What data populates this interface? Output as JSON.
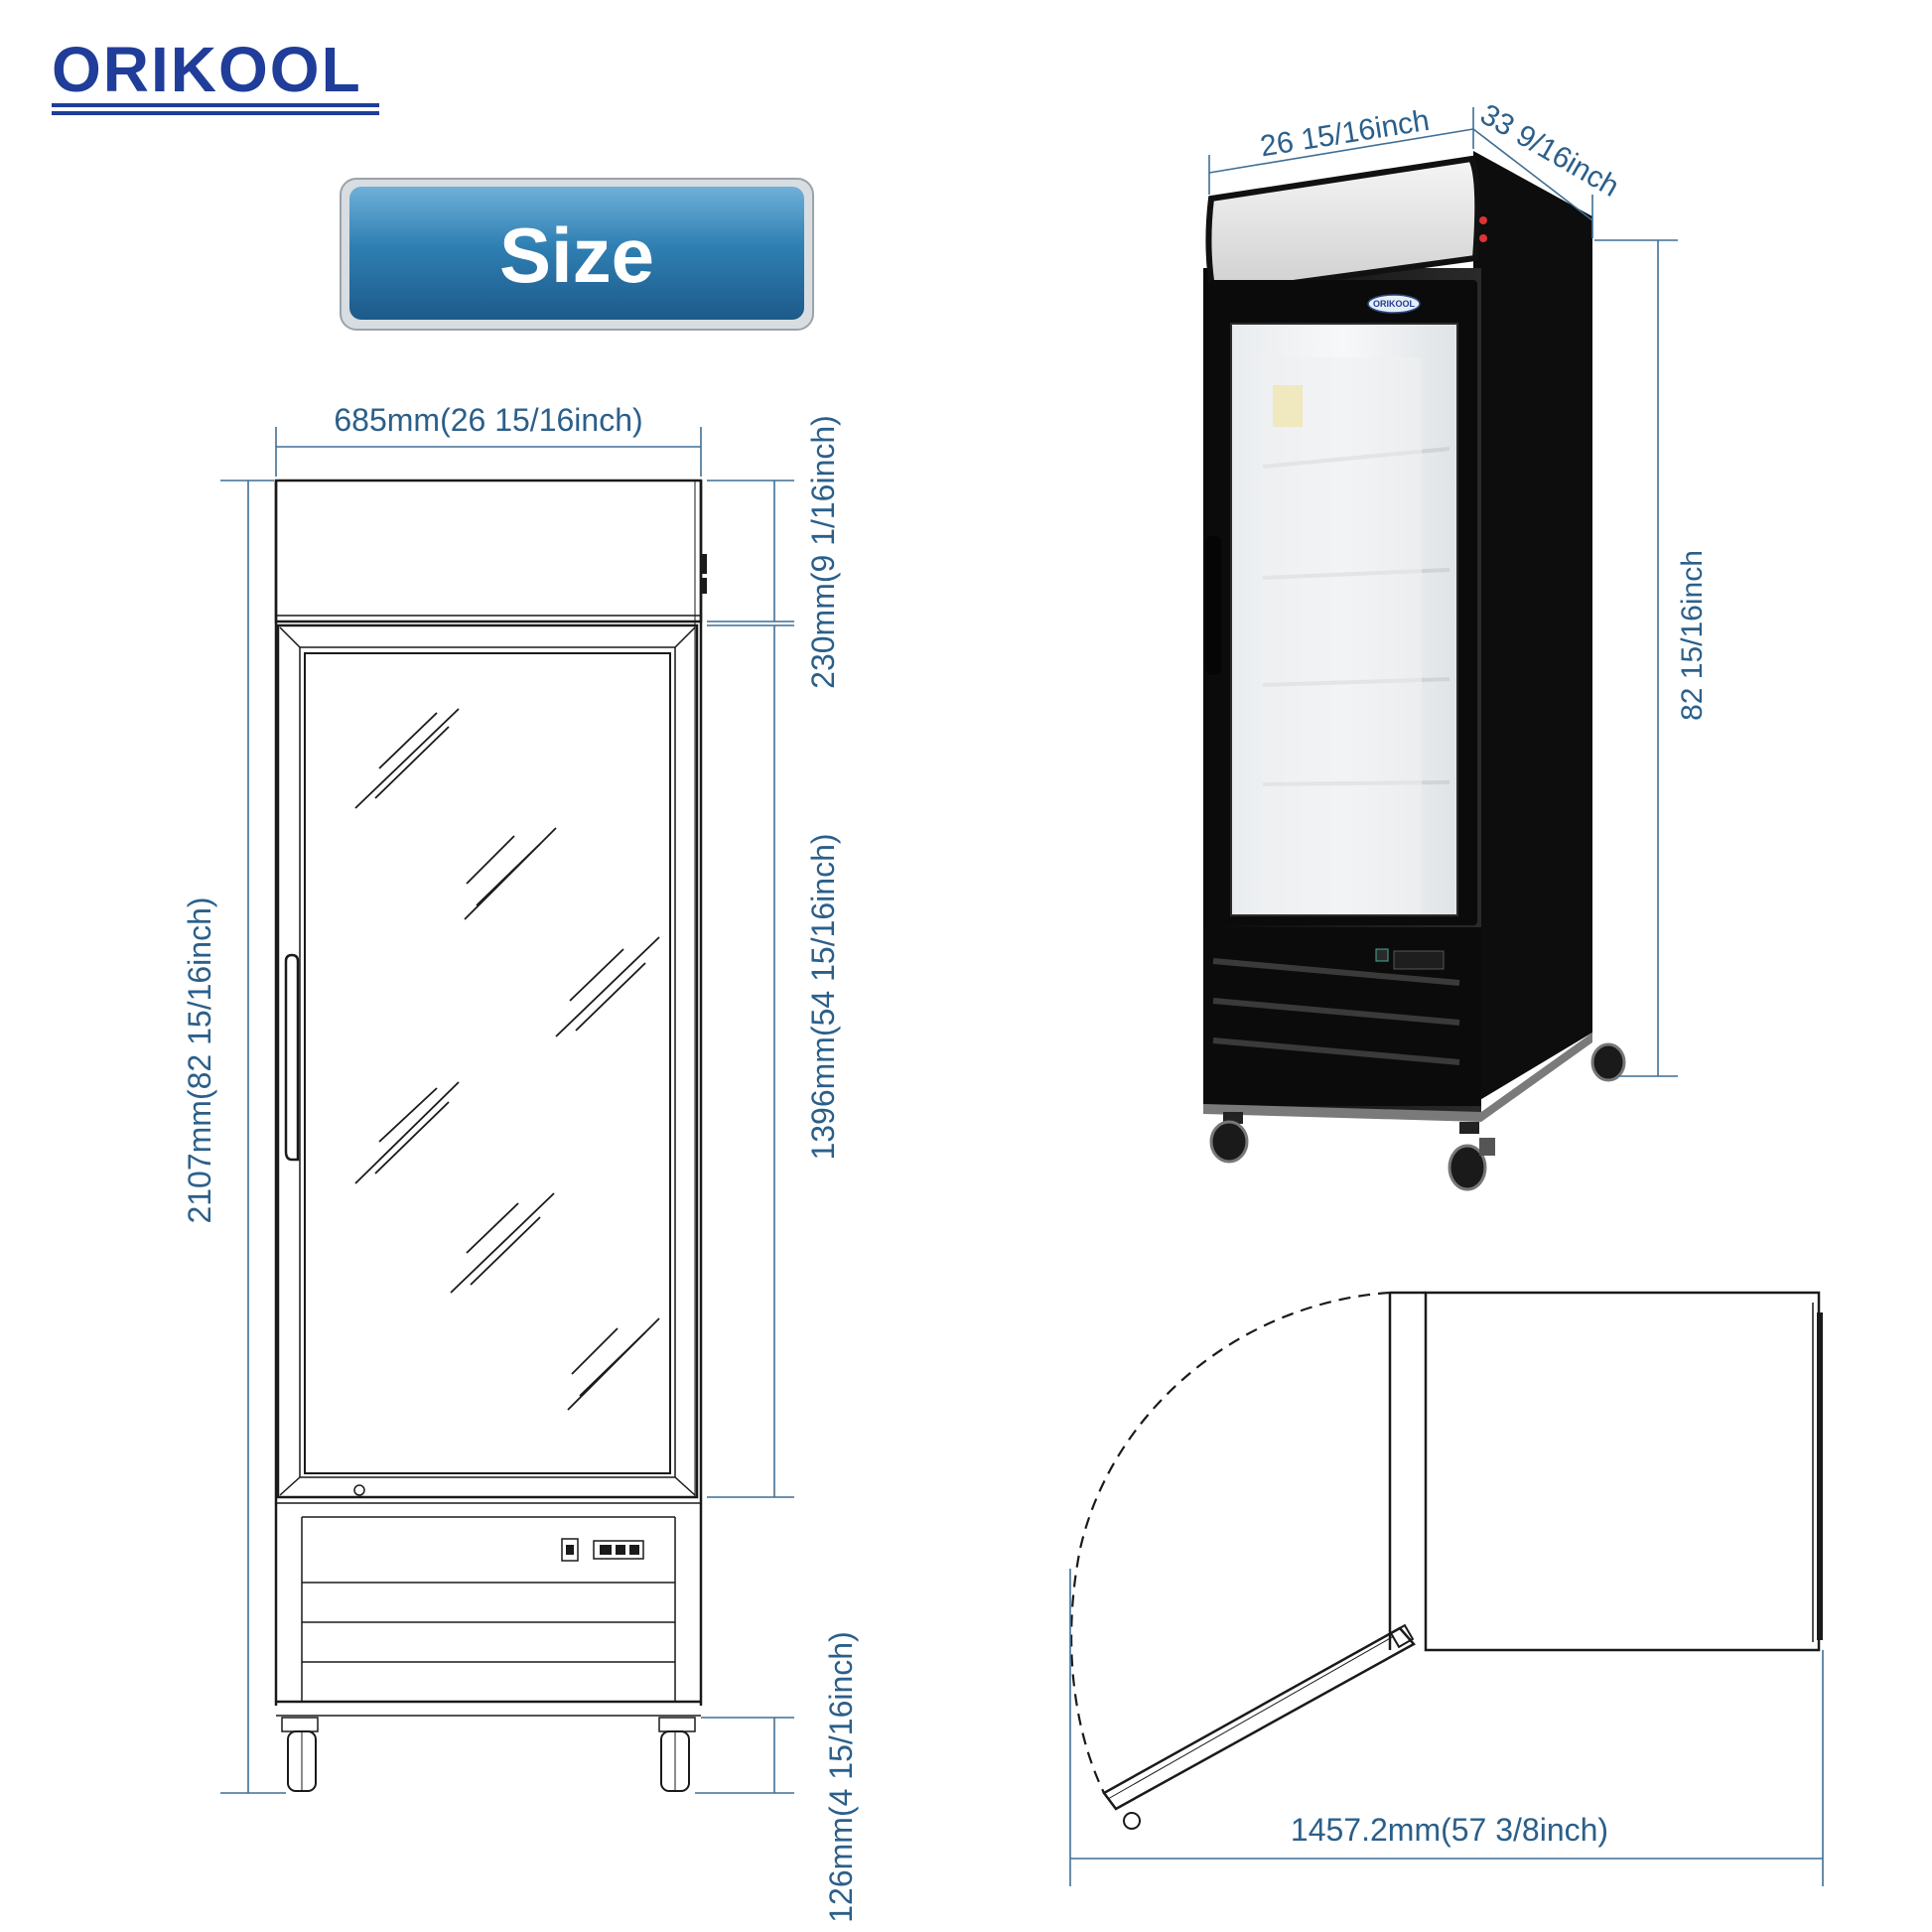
{
  "brand": {
    "logo_text": "ORIKOOL",
    "color": "#1f3d99"
  },
  "badge": {
    "label": "Size",
    "color": "#2e78a8"
  },
  "front_view": {
    "width_label": "685mm(26 15/16inch)",
    "height_label": "2107mm(82 15/16inch)",
    "top_section_label": "230mm(9 1/16inch)",
    "door_label": "1396mm(54 15/16inch)",
    "caster_label": "126mm(4 15/16inch)"
  },
  "product_photo": {
    "width_label": "26 15/16inch",
    "depth_label": "33 9/16inch",
    "height_label": "82 15/16inch",
    "door_logo": "ORIKOOL"
  },
  "top_view": {
    "swing_label": "1457.2mm(57 3/8inch)"
  },
  "colors": {
    "dimension": "#2b5f8a",
    "line": "#1a1a1a",
    "cabinet": "#111111"
  }
}
